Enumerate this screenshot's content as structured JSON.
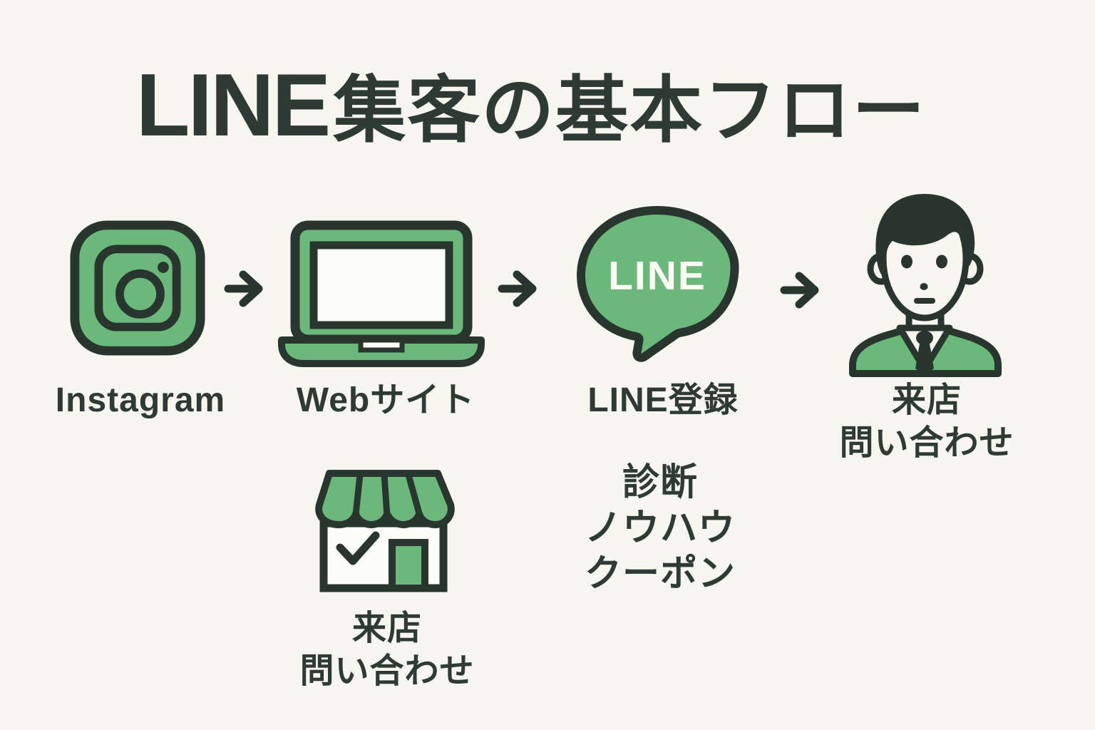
{
  "title": {
    "latin": "LINE",
    "jp": "集客の基本フロー"
  },
  "colors": {
    "background": "#f6f5ee",
    "green": "#6ab97a",
    "outline_dark": "#29362f",
    "text": "#2d3b34",
    "white": "#fdfdf8"
  },
  "flow": {
    "arrow_glyph": "→",
    "steps": [
      {
        "name": "instagram",
        "icon": "instagram-icon",
        "label": "Instagram"
      },
      {
        "name": "website",
        "icon": "laptop-icon",
        "label": "Webサイト"
      },
      {
        "name": "line-register",
        "icon": "line-icon",
        "icon_text": "LINE",
        "label": "LINE登録"
      },
      {
        "name": "visit-inquiry",
        "icon": "person-icon",
        "label_line1": "来店",
        "label_line2": "問い合わせ"
      }
    ]
  },
  "store_outcome": {
    "icon": "store-icon",
    "label_line1": "来店",
    "label_line2": "問い合わせ"
  },
  "line_benefits": {
    "lines": [
      "診断",
      "ノウハウ",
      "クーポン"
    ]
  }
}
